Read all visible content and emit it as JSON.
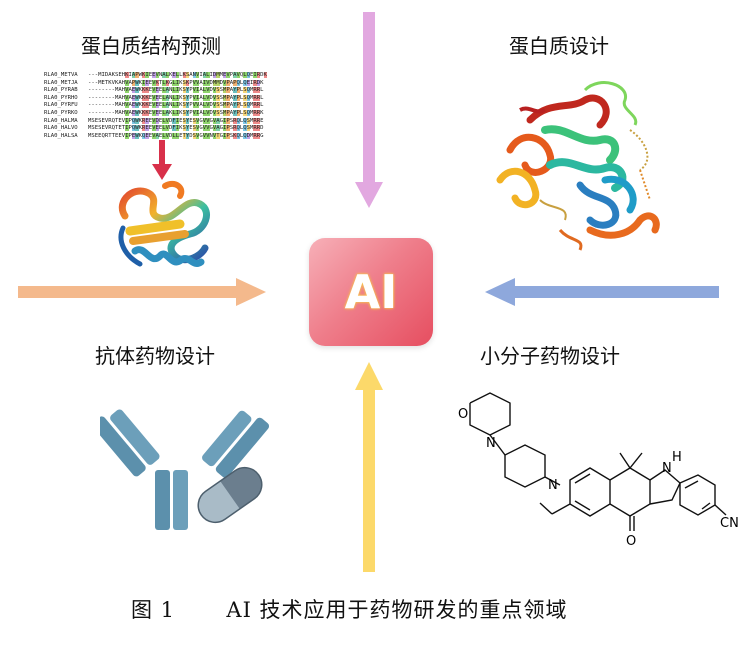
{
  "center": {
    "label": "AI"
  },
  "quadrants": {
    "protein_structure_prediction": {
      "label": "蛋白质结构预测"
    },
    "protein_design": {
      "label": "蛋白质设计"
    },
    "antibody_drug_design": {
      "label": "抗体药物设计"
    },
    "small_molecule_drug_design": {
      "label": "小分子药物设计"
    }
  },
  "msa": {
    "rows": [
      {
        "name": "RLA0_METVA",
        "seq": "---MIDAKSEHKIAPWKIEEVNALKELLKSANVIALIDMMEVPAVQLQEIRDK"
      },
      {
        "name": "RLA0_METJA",
        "seq": "---METKVKAHVAPWKIEEVKTLKGLIKSKPVVAIVDMMDVPAPQLQEIRDK"
      },
      {
        "name": "RLA0_PYRAB",
        "seq": "--------MAHVAEWKKKEVEELANLIKSYPVIALVDVSSMPAYPLSQMRRL"
      },
      {
        "name": "RLA0_PYRHO",
        "seq": "--------MAHVAEWKKKEVEELANLIKSYPVIALVDVSSMPAYPLSQMRRL"
      },
      {
        "name": "RLA0_PYRFU",
        "seq": "--------MAHVAEWKKKEVEELANLIKSYPVVALVDVSSMPAYPLSQMRRL"
      },
      {
        "name": "RLA0_PYRKO",
        "seq": "--------MAHVAEWKKKEVEELAKLIKSYPVIALVDVSSMPAYPLSQMRRK"
      },
      {
        "name": "RLA0_HALMA",
        "seq": "MSESEVRQTEVIPQWKREEVDELVDFIESYESVGVVGVAGIPSRQLQSMRRE"
      },
      {
        "name": "RLA0_HALVO",
        "seq": "MSESEVRQTETIPQWKREEVEELVDFIKSYESVGVVGVAGIPSRQLQSMRRD"
      },
      {
        "name": "RLA0_HALSA",
        "seq": "MSEEQRTTEEVIPEWKQEEVAELVDLLETYDSVGVVNVTGIPSKQLQDMRRG"
      }
    ]
  },
  "molecule": {
    "atoms": [
      "O",
      "N",
      "N",
      "N",
      "H",
      "O",
      "CN"
    ]
  },
  "colors": {
    "arrow_top": "#e2a8e0",
    "arrow_left": "#f4b98c",
    "arrow_right": "#8ea8dc",
    "arrow_bottom": "#fcd96a",
    "ai_box_start": "#f7b0b8",
    "ai_box_end": "#e64e60",
    "structure_arrow": "#d8304a",
    "antibody": "#5c90ac",
    "pill_dark": "#6b7e8e",
    "pill_light": "#a9bbc7"
  },
  "caption": {
    "figure_num": "图 1",
    "text": "AI 技术应用于药物研发的重点领域"
  }
}
